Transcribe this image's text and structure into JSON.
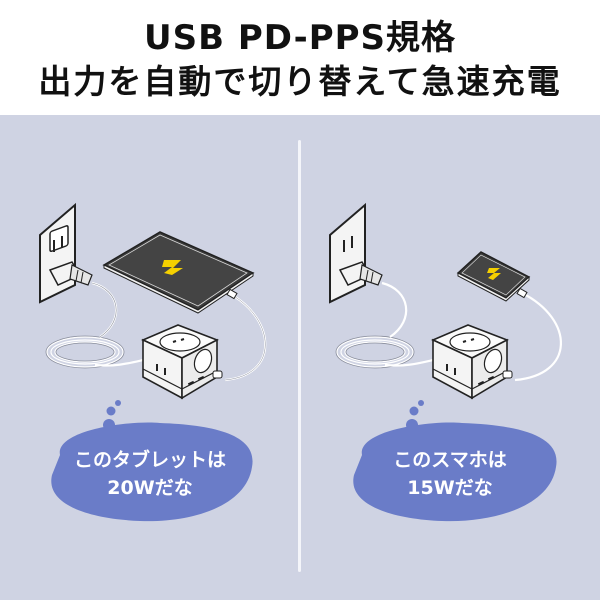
{
  "header": {
    "title_line1": "USB PD-PPS規格",
    "title_line2": "出力を自動で切り替えて急速充電"
  },
  "colors": {
    "background": "#cfd3e3",
    "header_bg": "#ffffff",
    "bubble": "#6a7cc8",
    "screen": "#444444",
    "bolt": "#f5d000",
    "divider": "#f4f5fa"
  },
  "panels": [
    {
      "device": "tablet",
      "icons": [
        "wall-outlet-icon",
        "plug-icon",
        "power-cube-icon",
        "tablet-icon",
        "lightning-bolt-icon"
      ],
      "bubble": {
        "line1": "このタブレットは",
        "line2": "20Wだな"
      }
    },
    {
      "device": "smartphone",
      "icons": [
        "wall-outlet-icon",
        "plug-icon",
        "power-cube-icon",
        "smartphone-icon",
        "lightning-bolt-icon"
      ],
      "bubble": {
        "line1": "このスマホは",
        "line2": "15Wだな"
      }
    }
  ]
}
